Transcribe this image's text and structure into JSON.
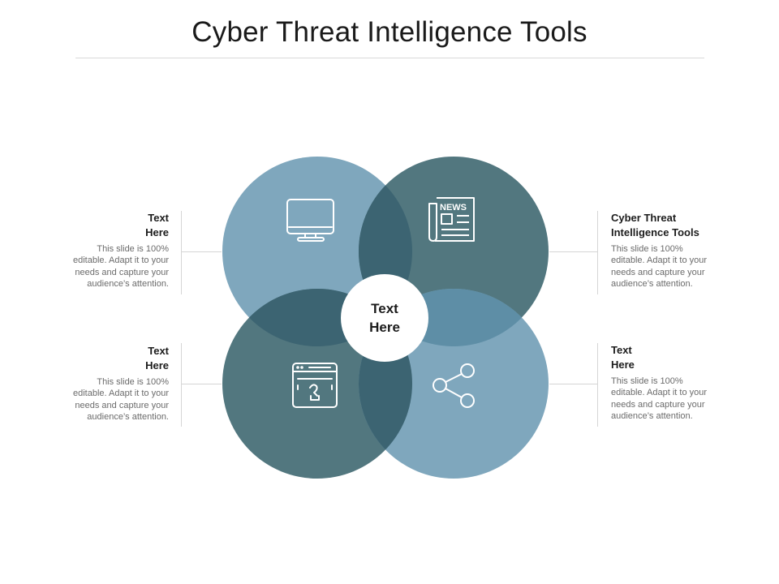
{
  "slide": {
    "title": "Cyber Threat Intelligence Tools"
  },
  "diagram": {
    "center_label": "Text\nHere",
    "colors": {
      "light_circle": "#7fa7bd",
      "dark_circle": "#52777f",
      "overlap": "#3c6472",
      "overlap_light": "#5e8ea6",
      "icon_stroke": "#ffffff"
    },
    "icons": {
      "top_left": "monitor-icon",
      "top_right": "newspaper-icon",
      "bottom_left": "browser-window-icon",
      "bottom_right": "share-icon"
    },
    "news_icon_text": "NEWS"
  },
  "blocks": {
    "top_left": {
      "heading": "Text\nHere",
      "body": "This slide is 100%\neditable. Adapt it to your\nneeds and capture your\naudience’s attention."
    },
    "bottom_left": {
      "heading": "Text\nHere",
      "body": "This slide is 100%\neditable. Adapt it to your\nneeds and capture your\naudience’s attention."
    },
    "top_right": {
      "heading": "Cyber Threat\nIntelligence Tools",
      "body": "This slide is 100%\neditable. Adapt it to your\nneeds and capture your\naudience’s attention."
    },
    "bottom_right": {
      "heading": "Text\nHere",
      "body": "This slide is 100%\neditable. Adapt it to your\nneeds and capture your\naudience’s attention."
    }
  }
}
